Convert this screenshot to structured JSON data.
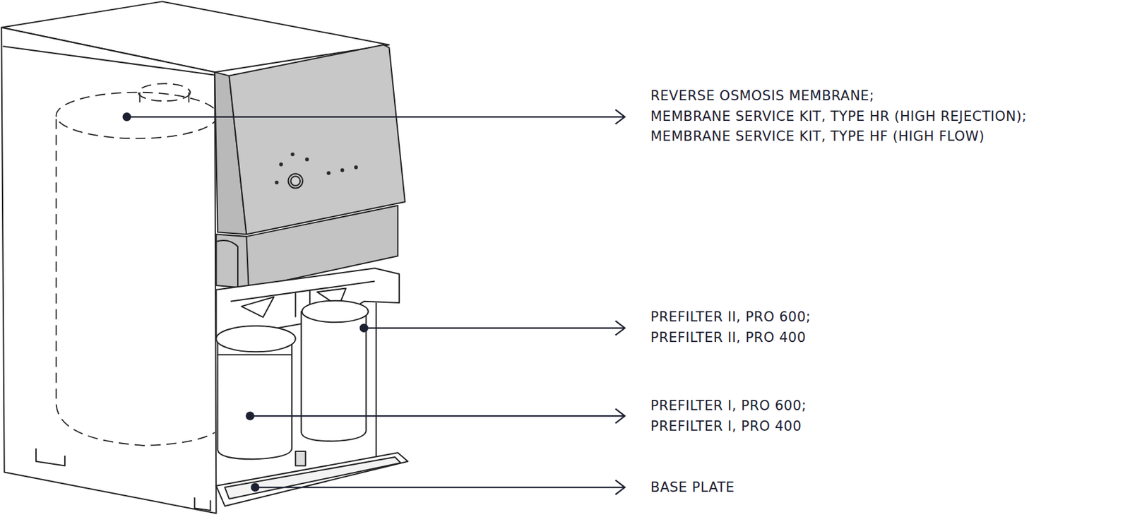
{
  "diagram": {
    "labels": [
      "REVERSE OSMOSIS MEMBRANE;",
      "MEMBRANE SERVICE KIT, TYPE HR (HIGH REJECTION);",
      "MEMBRANE SERVICE KIT, TYPE HF (HIGH FLOW)",
      "PREFILTER II, PRO 600;",
      "PREFILTER II, PRO 400",
      "PREFILTER I, PRO 600;",
      "PREFILTER I, PRO 400",
      "BASE PLATE"
    ]
  }
}
